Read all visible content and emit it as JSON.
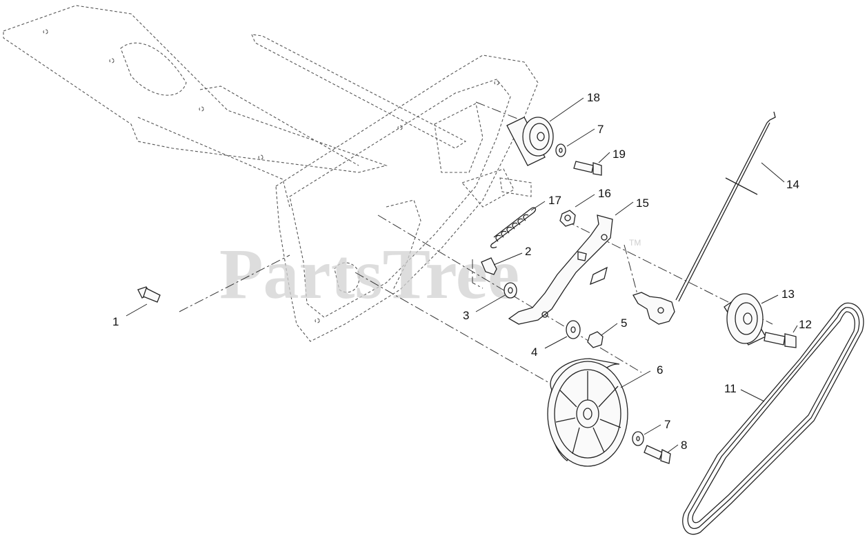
{
  "watermark": {
    "text": "PartsTree",
    "trademark": "TM"
  },
  "callouts": [
    {
      "id": "1",
      "label": "1"
    },
    {
      "id": "2",
      "label": "2"
    },
    {
      "id": "3",
      "label": "3"
    },
    {
      "id": "4",
      "label": "4"
    },
    {
      "id": "5",
      "label": "5"
    },
    {
      "id": "6",
      "label": "6"
    },
    {
      "id": "7a",
      "label": "7"
    },
    {
      "id": "7b",
      "label": "7"
    },
    {
      "id": "8",
      "label": "8"
    },
    {
      "id": "11",
      "label": "11"
    },
    {
      "id": "12",
      "label": "12"
    },
    {
      "id": "13",
      "label": "13"
    },
    {
      "id": "14",
      "label": "14"
    },
    {
      "id": "15",
      "label": "15"
    },
    {
      "id": "16",
      "label": "16"
    },
    {
      "id": "17",
      "label": "17"
    },
    {
      "id": "18",
      "label": "18"
    },
    {
      "id": "19",
      "label": "19"
    }
  ]
}
